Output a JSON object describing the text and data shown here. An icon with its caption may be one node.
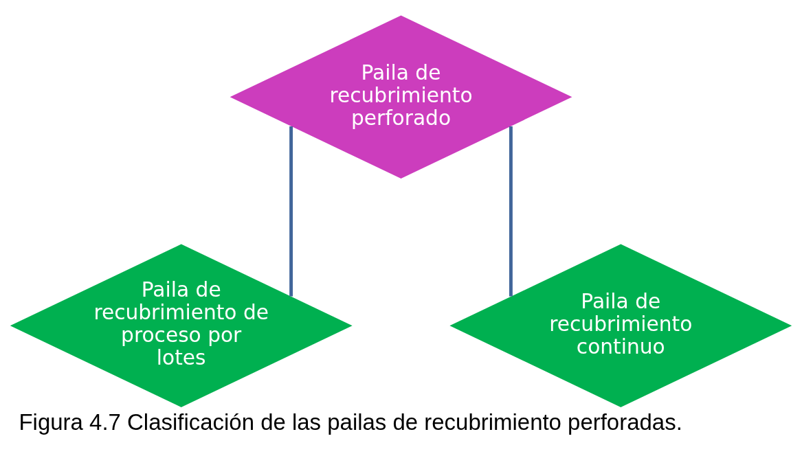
{
  "diagram": {
    "caption": "Figura 4.7 Clasificación de las pailas de recubrimiento perforadas.",
    "nodes": [
      {
        "text": [
          "Paila de recubrimiento perforado"
        ]
      },
      {
        "text": [
          "Paila de recubrimiento de proceso por lotes"
        ]
      },
      {
        "text": [
          "Paila de recubrimiento continuo"
        ]
      }
    ],
    "edges": [
      {
        "from": 0,
        "to": 1,
        "arrow": "none"
      },
      {
        "from": 0,
        "to": 2,
        "arrow": "none"
      }
    ]
  }
}
